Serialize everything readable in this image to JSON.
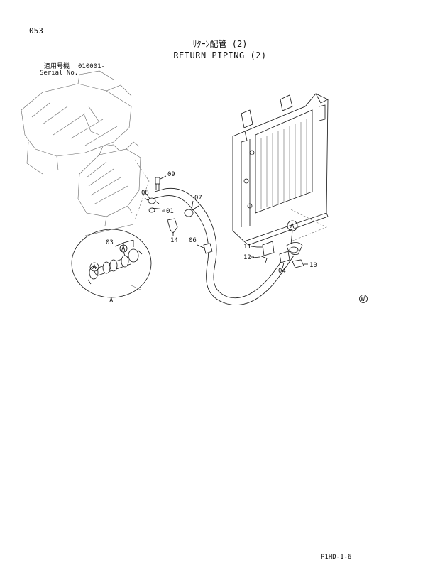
{
  "header": {
    "page_number": "053",
    "title_jp": "ﾘﾀｰﾝ配管 (2)",
    "title_en": "RETURN PIPING (2)",
    "serial_label_jp": "適用号機",
    "serial_value": "010001-",
    "serial_label_en": "Serial No."
  },
  "callouts": {
    "c01": "01",
    "c03": "03",
    "c04": "04",
    "c06": "06",
    "c07": "07",
    "c08": "08",
    "c09": "09",
    "c10": "10",
    "c11": "11",
    "c12": "12",
    "c14": "14",
    "ref_a_upper": "A",
    "ref_a_detail": "A",
    "ref_a_bottom": "A",
    "mark_w": "W"
  },
  "footer": {
    "code": "P1HD-1-6"
  }
}
